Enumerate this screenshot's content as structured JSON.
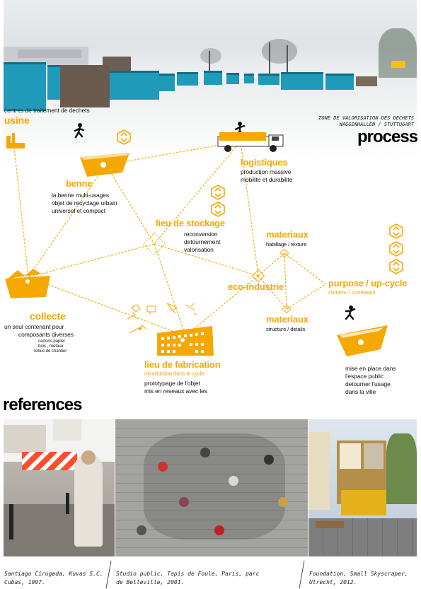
{
  "photo_caption": {
    "line1": "ZONE DE VALORISATION DES DECHETS",
    "line2": "WAGGENHALLEN / STUTTUGART"
  },
  "section_titles": {
    "process": "process",
    "references": "references"
  },
  "nodes": {
    "usine": {
      "subtitle": "centres de traitement de dechets",
      "title": "usine"
    },
    "benne": {
      "title": "benne",
      "lines": [
        "la benne multi-usages",
        "objet de recyclage urbain",
        "universel et compact"
      ]
    },
    "logistiques": {
      "title": "logistiques",
      "lines": [
        "production massive",
        "mobilite et durabilite"
      ]
    },
    "stockage": {
      "title": "lieu de stockage",
      "lines": [
        "reconversion",
        "detournement",
        "valorisation"
      ]
    },
    "materiaux_top": {
      "title": "materiaux",
      "sub": "habillage / texture"
    },
    "eco": {
      "title": "eco-industrie"
    },
    "purpose": {
      "title": "purpose / up-cycle",
      "sub": "contenu / contenant"
    },
    "materiaux_bottom": {
      "title": "materiaux",
      "sub": "structure / details"
    },
    "collecte": {
      "title": "collecte",
      "lines": [
        "un seul contenant pour",
        "composants diverses"
      ],
      "small_lines": [
        "cartons,papier",
        "bois , metaux",
        "rebus de chantier"
      ]
    },
    "fabrication": {
      "title": "lieu de fabrication",
      "sub": "introduction dans le cycle",
      "lines": [
        "prototypage de l'objet",
        "mis en reseaux avec les"
      ]
    },
    "public": {
      "lines": [
        "mise en place dans",
        "l'espace public",
        "detourner l'usage",
        "dans la ville"
      ]
    }
  },
  "references": [
    {
      "caption_l1": "Santiago Cirugeda, Kuvas S.C,",
      "caption_l2": "Cubas, 1997."
    },
    {
      "caption_l1": "Studio public, Tapis de Foule, Paris, parc",
      "caption_l2": "de Belleville, 2001."
    },
    {
      "caption_l1": "Foundation, Small Skyscraper,",
      "caption_l2": "Utrecht, 2012."
    }
  ],
  "colors": {
    "accent": "#f5a800",
    "skip_blue": "#1f9ab8",
    "text": "#111111"
  },
  "icons": [
    "recycle-icon",
    "skip-icon",
    "truck-icon",
    "factory-icon",
    "person-icon",
    "building-icon",
    "tools-icon"
  ]
}
